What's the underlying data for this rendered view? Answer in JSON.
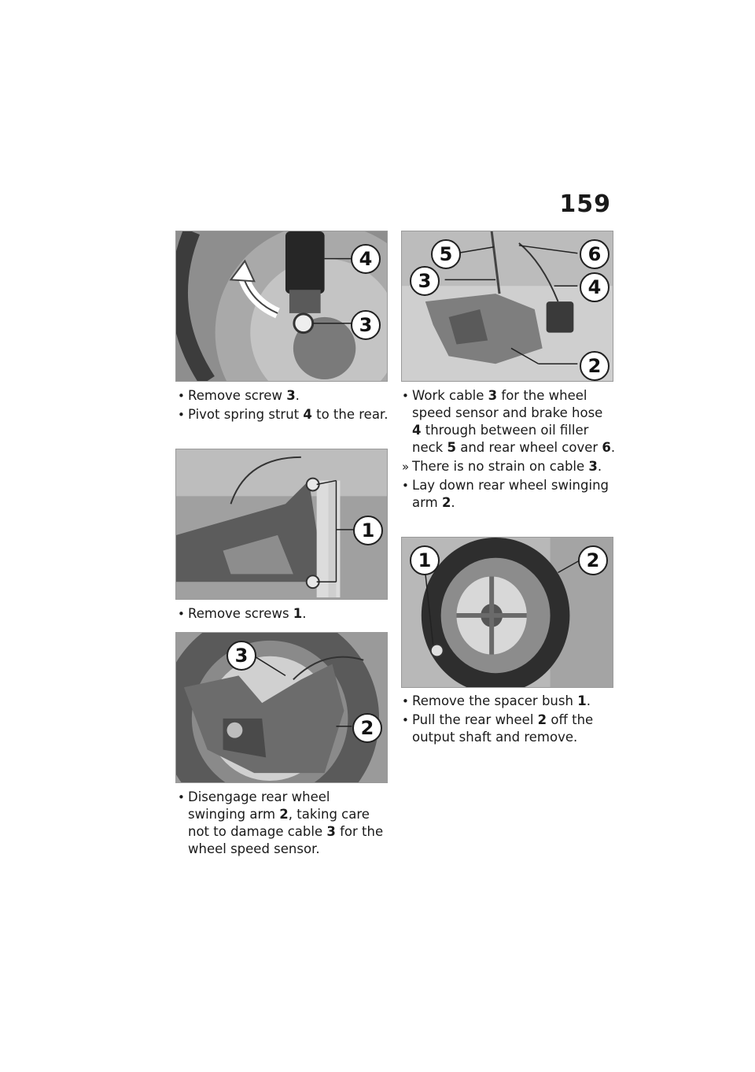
{
  "page_number": "159",
  "figures": [
    {
      "callouts": [
        "4",
        "3"
      ]
    },
    {
      "callouts": [
        "1"
      ]
    },
    {
      "callouts": [
        "3",
        "2"
      ]
    },
    {
      "callouts": [
        "5",
        "6",
        "3",
        "4",
        "2"
      ]
    },
    {
      "callouts": [
        "1",
        "2"
      ]
    }
  ],
  "steps": {
    "fig1": [
      {
        "marker": "•",
        "before": "Remove screw ",
        "ref": "3",
        "after": "."
      },
      {
        "marker": "•",
        "before": "Pivot spring strut ",
        "ref": "4",
        "after": " to the rear."
      }
    ],
    "fig2": [
      {
        "marker": "•",
        "before": "Remove screws ",
        "ref": "1",
        "after": "."
      }
    ],
    "fig3": [
      {
        "marker": "•",
        "before": "Disengage rear wheel swinging arm ",
        "ref": "2",
        "after": ", taking care not to damage cable ",
        "ref2": "3",
        "after2": " for the wheel speed sensor."
      }
    ],
    "fig4": [
      {
        "marker": "•",
        "before": "Work cable ",
        "ref": "3",
        "after": " for the wheel speed sensor and brake hose ",
        "ref2": "4",
        "after2": " through between oil filler neck ",
        "ref3": "5",
        "after3": " and rear wheel cover ",
        "ref4": "6",
        "after4": "."
      },
      {
        "marker": "»",
        "before": "There is no strain on cable ",
        "ref": "3",
        "after": "."
      },
      {
        "marker": "•",
        "before": "Lay down rear wheel swinging arm ",
        "ref": "2",
        "after": "."
      }
    ],
    "fig5": [
      {
        "marker": "•",
        "before": "Remove the spacer bush ",
        "ref": "1",
        "after": "."
      },
      {
        "marker": "•",
        "before": "Pull the rear wheel ",
        "ref": "2",
        "after": " off the output shaft and remove."
      }
    ]
  }
}
